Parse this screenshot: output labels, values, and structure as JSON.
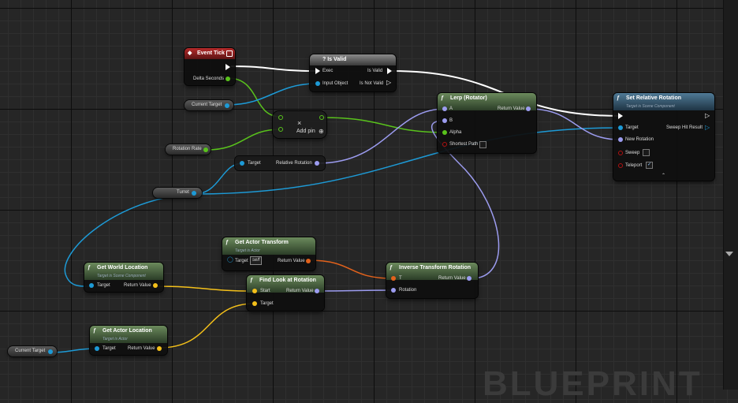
{
  "nodes": {
    "event_tick": {
      "title": "Event Tick",
      "delta_seconds": "Delta Seconds"
    },
    "is_valid": {
      "title": "? Is Valid",
      "exec": "Exec",
      "input_object": "Input Object",
      "is_valid": "Is Valid",
      "is_not_valid": "Is Not Valid"
    },
    "add": {
      "add_pin": "Add pin",
      "x_symbol": "×"
    },
    "lerp": {
      "title": "Lerp (Rotator)",
      "a": "A",
      "b": "B",
      "alpha": "Alpha",
      "shortest_path": "Shortest Path",
      "return_value": "Return Value"
    },
    "set_relative_rotation": {
      "title": "Set Relative Rotation",
      "subtitle": "Target is Scene Component",
      "target": "Target",
      "new_rotation": "New Rotation",
      "sweep": "Sweep",
      "teleport": "Teleport",
      "sweep_hit_result": "Sweep Hit Result",
      "teleport_checked": "✓",
      "collapse": "⌃"
    },
    "get_relative_rotation": {
      "target": "Target",
      "relative_rotation": "Relative Rotation"
    },
    "get_actor_transform": {
      "title": "Get Actor Transform",
      "subtitle": "Target is Actor",
      "target": "Target",
      "self": "self",
      "return_value": "Return Value"
    },
    "find_look_at": {
      "title": "Find Look at Rotation",
      "start": "Start",
      "target": "Target",
      "return_value": "Return Value"
    },
    "inverse_transform": {
      "title": "Inverse Transform Rotation",
      "t": "T",
      "rotation": "Rotation",
      "return_value": "Return Value"
    },
    "get_world_location": {
      "title": "Get World Location",
      "subtitle": "Target is Scene Component",
      "target": "Target",
      "return_value": "Return Value"
    },
    "get_actor_location": {
      "title": "Get Actor Location",
      "subtitle": "Target is Actor",
      "target": "Target",
      "return_value": "Return Value"
    }
  },
  "variables": {
    "current_target_1": "Current Target",
    "rotation_rate": "Rotation Rate",
    "turret": "Turret",
    "current_target_2": "Current Target"
  },
  "watermark": "BLUEPRINT",
  "colors": {
    "exec": "#ffffff",
    "object": "#1d9ad6",
    "float": "#59c21c",
    "rotator": "#9c9cf0",
    "vector": "#f4c01a",
    "transform": "#e2621c",
    "header_event": "#b52a2a",
    "header_pure": "#6b8a5c",
    "header_function": "#4f7a96"
  }
}
